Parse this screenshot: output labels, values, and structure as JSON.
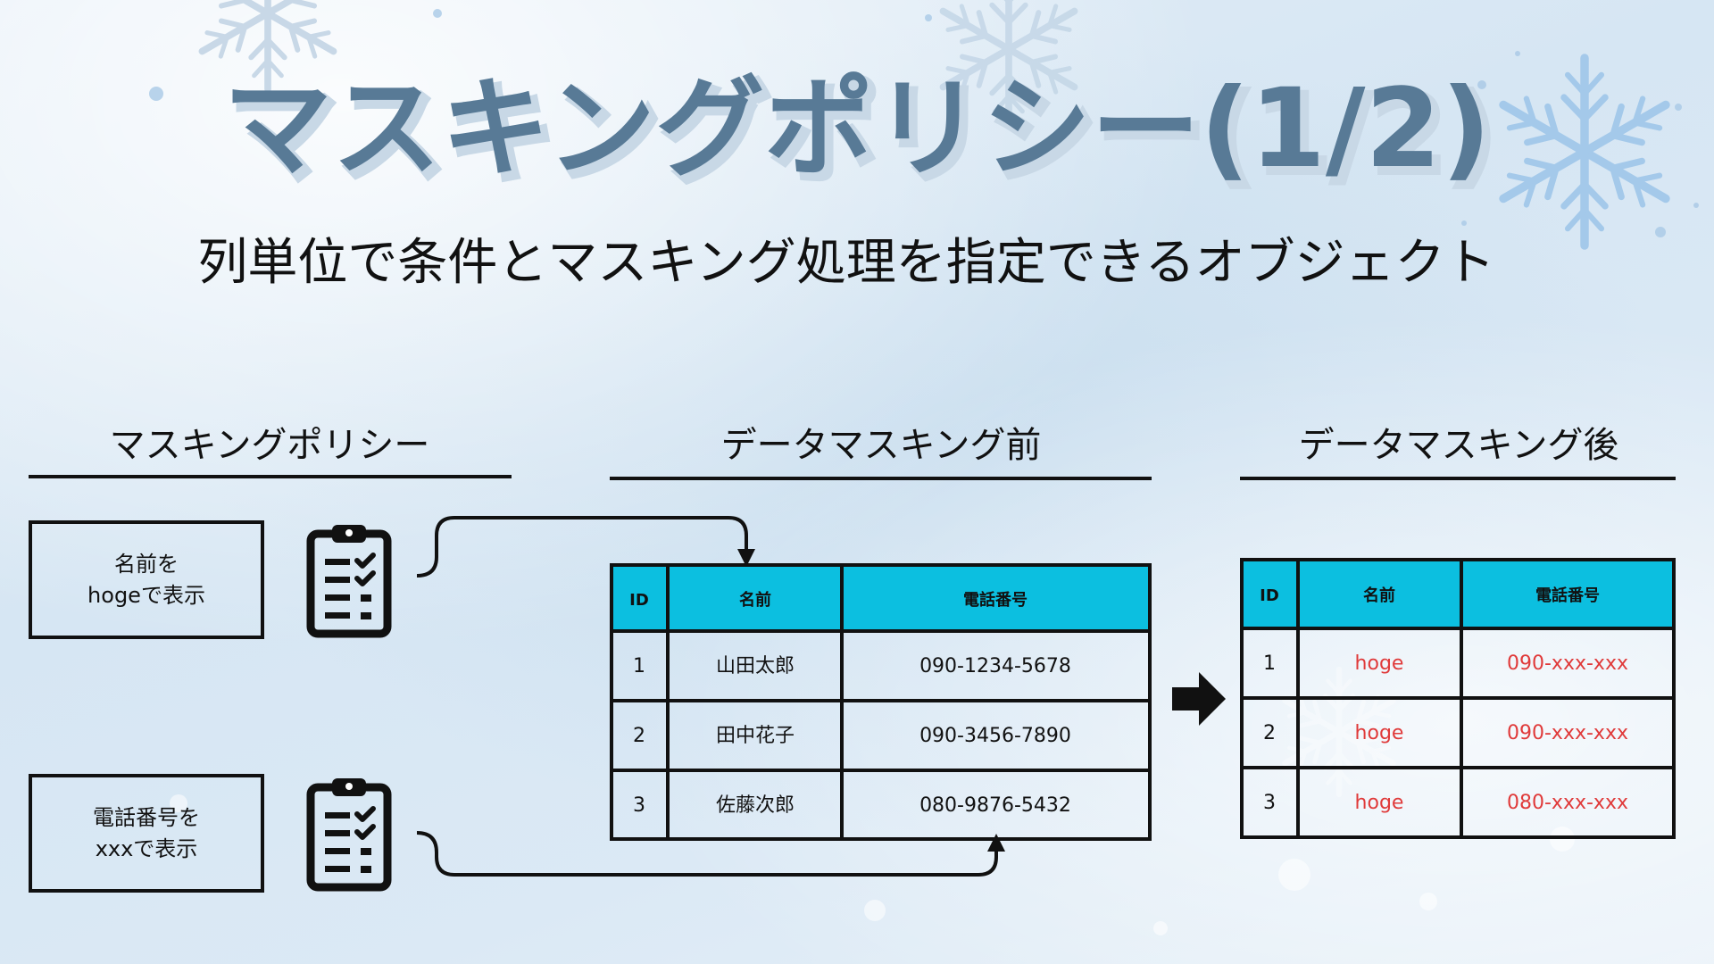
{
  "slide": {
    "title": "マスキングポリシー(1/2)",
    "subtitle": "列単位で条件とマスキング処理を指定できるオブジェクト"
  },
  "sections": {
    "policy_heading": "マスキングポリシー",
    "before_heading": "データマスキング前",
    "after_heading": "データマスキング後"
  },
  "policies": [
    {
      "line1": "名前を",
      "line2": "hogeで表示"
    },
    {
      "line1": "電話番号を",
      "line2": "xxxで表示"
    }
  ],
  "before_table": {
    "headers": [
      "ID",
      "名前",
      "電話番号"
    ],
    "rows": [
      [
        "1",
        "山田太郎",
        "090-1234-5678"
      ],
      [
        "2",
        "田中花子",
        "090-3456-7890"
      ],
      [
        "3",
        "佐藤次郎",
        "080-9876-5432"
      ]
    ]
  },
  "after_table": {
    "headers": [
      "ID",
      "名前",
      "電話番号"
    ],
    "rows": [
      [
        "1",
        "hoge",
        "090-xxx-xxx"
      ],
      [
        "2",
        "hoge",
        "090-xxx-xxx"
      ],
      [
        "3",
        "hoge",
        "080-xxx-xxx"
      ]
    ]
  },
  "icons": {
    "policy_icon": "clipboard-checklist-icon",
    "flow_arrow": "arrow-right-icon",
    "decoration": "snowflake-icon"
  },
  "colors": {
    "title_fill": "#587a96",
    "title_shadow": "#c8d8e6",
    "header_cyan": "#0cbfe0",
    "masked_red": "#e03a3a",
    "line_dark": "#111111"
  }
}
